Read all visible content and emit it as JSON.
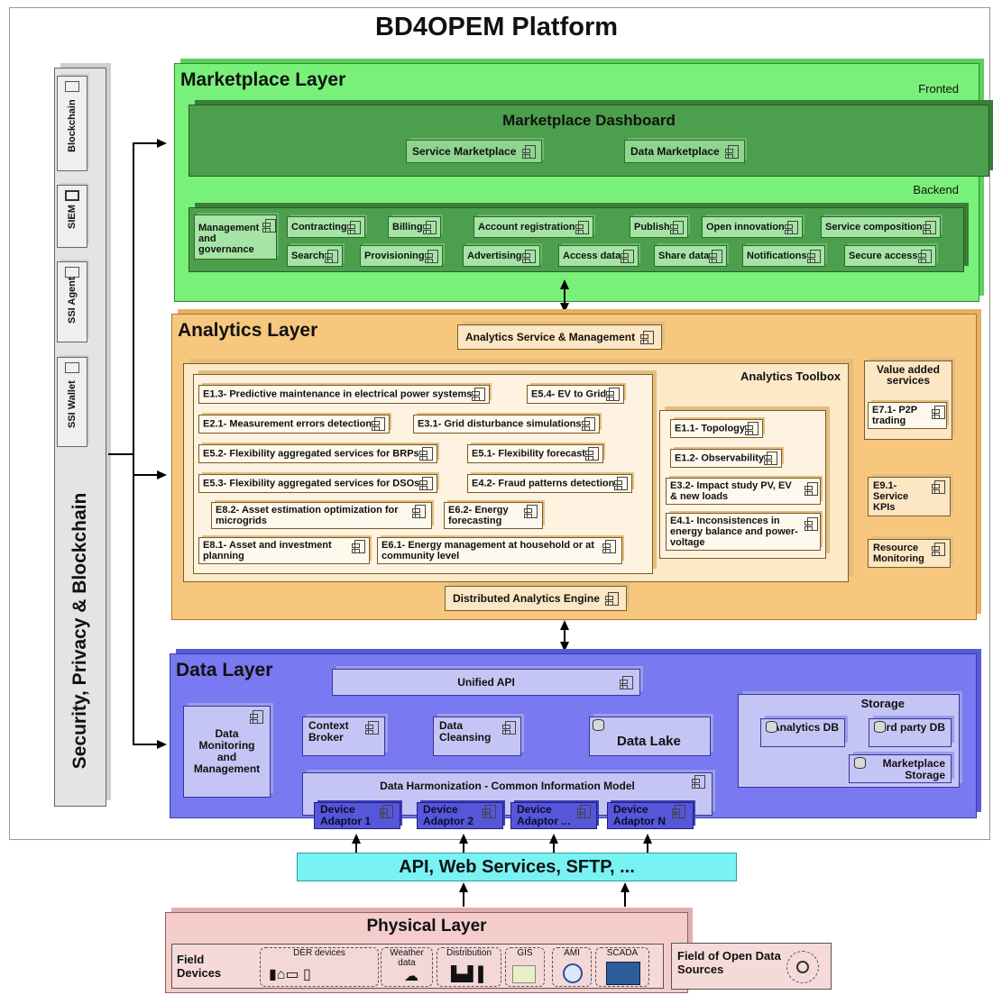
{
  "platform": {
    "title": "BD4OPEM Platform"
  },
  "security": {
    "label": "Security, Privacy & Blockchain",
    "items": [
      "Blockchain",
      "SIEM",
      "SSI Agent",
      "SSI Wallet"
    ]
  },
  "marketplace": {
    "title": "Marketplace Layer",
    "fronted_label": "Fronted",
    "backend_label": "Backend",
    "dashboard_title": "Marketplace Dashboard",
    "dashboard_items": [
      "Service Marketplace",
      "Data Marketplace"
    ],
    "backend_items": [
      "Management and governance",
      "Contracting",
      "Billing",
      "Account registration",
      "Publish",
      "Open innovation",
      "Service composition",
      "Search",
      "Provisioning",
      "Advertising",
      "Access data",
      "Share data",
      "Notifications",
      "Secure access"
    ]
  },
  "analytics": {
    "title": "Analytics Layer",
    "service_mgmt": "Analytics Service & Management",
    "toolbox_title": "Analytics Toolbox",
    "engine": "Distributed Analytics Engine",
    "toolbox_items": [
      "E1.3- Predictive maintenance in electrical power systems",
      "E5.4- EV to Grid",
      "E2.1- Measurement errors detection",
      "E3.1- Grid disturbance simulations",
      "E5.2- Flexibility aggregated services for BRPs",
      "E5.1- Flexibility forecast",
      "E5.3- Flexibility aggregated services for DSOs",
      "E4.2- Fraud patterns detection",
      "E8.2- Asset estimation optimization for microgrids",
      "E6.2- Energy forecasting",
      "E8.1- Asset and investment planning",
      "E6.1- Energy management at household or at community level"
    ],
    "grid_items": [
      "E1.1- Topology",
      "E1.2- Observability",
      "E3.2- Impact study PV, EV & new loads",
      "E4.1- Inconsistences in energy balance and power-voltage"
    ],
    "value_added_title": "Value added services",
    "value_added_items": [
      "E7.1- P2P trading"
    ],
    "service_kpis": "E9.1- Service KPIs",
    "resource_monitoring": "Resource Monitoring"
  },
  "data_layer": {
    "title": "Data Layer",
    "unified_api": "Unified API",
    "monitoring": "Data Monitoring and Management",
    "context_broker": "Context Broker",
    "data_cleansing": "Data Cleansing",
    "data_lake": "Data Lake",
    "storage_title": "Storage",
    "analytics_db": "Analytics DB",
    "third_party_db": "3rd party DB",
    "marketplace_storage": "Marketplace Storage",
    "harmonization": "Data Harmonization - Common Information Model",
    "adaptors": [
      "Device Adaptor 1",
      "Device Adaptor 2",
      "Device Adaptor ...",
      "Device Adaptor N"
    ]
  },
  "api_bar": {
    "label": "API, Web Services, SFTP, ..."
  },
  "physical": {
    "title": "Physical Layer",
    "field_devices": "Field Devices",
    "der_devices": "DER devices",
    "weather": "Weather data",
    "distribution": "Distribution",
    "gis": "GIS",
    "ami": "AMI",
    "scada": "SCADA",
    "open_data": "Field of Open Data Sources"
  },
  "colors": {
    "marketplace": "#79f079",
    "analytics": "#f7c77e",
    "data": "#7979f2",
    "api": "#79f2f4",
    "physical": "#f4cccc",
    "security": "#e4e4e4"
  }
}
